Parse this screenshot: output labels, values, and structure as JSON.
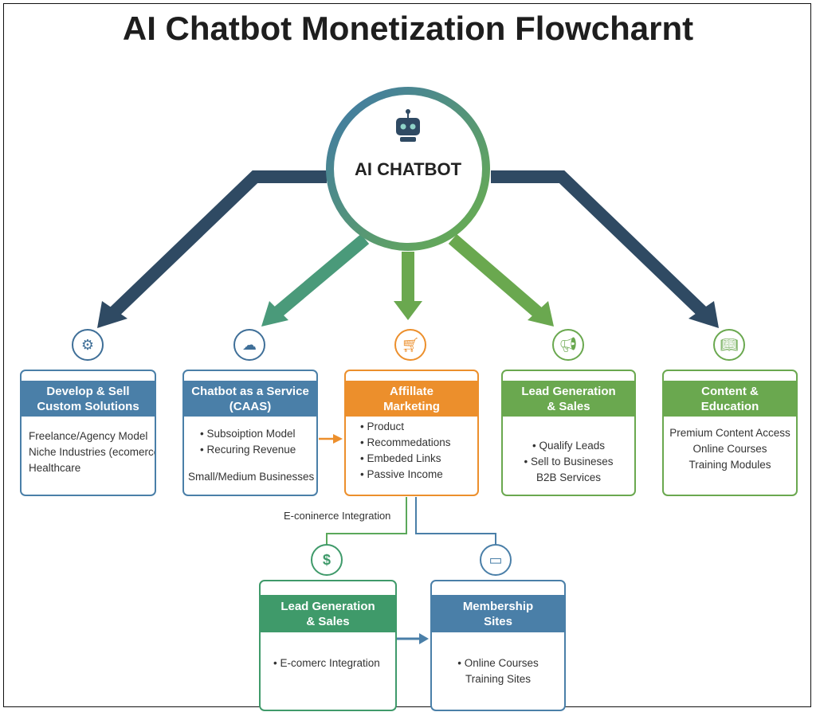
{
  "title": "AI Chatbot Monetization Flowcharnt",
  "hub": {
    "label": "AI CHATBOT",
    "icon": "robot-icon"
  },
  "colors": {
    "navy": "#2f4a63",
    "blue": "#4a7fa8",
    "orange": "#ec8f2c",
    "green": "#6aa84f",
    "teal_green": "#3f9a6a"
  },
  "boxes": [
    {
      "title": "Develop & Sell\nCustom Solutions",
      "icon": "gear-icon",
      "lines": [
        "Freelance/Agency Model",
        "Niche Industries (ecomerce,",
        "Healthcare"
      ]
    },
    {
      "title": "Chatbot as a Service\n(CAAS)",
      "icon": "cloud-upload-icon",
      "lines": [
        "• Subsoiption Model",
        "• Recuring Revenue",
        "Small/Medium Businesses"
      ]
    },
    {
      "title": "Affillate\nMarketing",
      "icon": "shopping-cart-icon",
      "lines": [
        "• Product",
        "• Recommedations",
        "• Embeded Links",
        "• Passive Income"
      ]
    },
    {
      "title": "Lead Generation\n& Sales",
      "icon": "megaphone-icon",
      "lines": [
        "• Qualify Leads",
        "• Sell to Busineses",
        "B2B Services"
      ]
    },
    {
      "title": "Content &\nEducation",
      "icon": "book-icon",
      "lines": [
        "Premium Content Access",
        "Online Courses",
        "Training Modules"
      ]
    }
  ],
  "connector_label": "E-coninerce Integration",
  "sub_boxes": [
    {
      "title": "Lead Generation\n& Sales",
      "icon": "dollar-icon",
      "lines": [
        "• E-comerc Integration"
      ]
    },
    {
      "title": "Membership\nSites",
      "icon": "browser-window-icon",
      "lines": [
        "• Online Courses",
        "Training Sites"
      ]
    }
  ]
}
